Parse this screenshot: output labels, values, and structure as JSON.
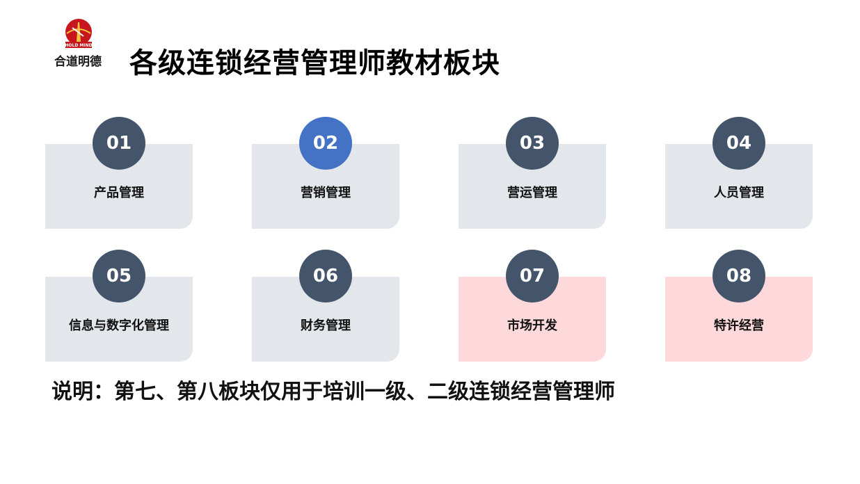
{
  "logo": {
    "emblem_text": "HOLD MIND",
    "brand_text": "合道明德"
  },
  "title": "各级连锁经营管理师教材板块",
  "cards": [
    {
      "number": "01",
      "label": "产品管理",
      "card_color": "#e3e6ea",
      "circle_color": "#44546a"
    },
    {
      "number": "02",
      "label": "营销管理",
      "card_color": "#e3e6ea",
      "circle_color": "#4472c4"
    },
    {
      "number": "03",
      "label": "营运管理",
      "card_color": "#e3e6ea",
      "circle_color": "#44546a"
    },
    {
      "number": "04",
      "label": "人员管理",
      "card_color": "#e3e6ea",
      "circle_color": "#44546a"
    },
    {
      "number": "05",
      "label": "信息与数字化管理",
      "card_color": "#e3e6ea",
      "circle_color": "#44546a"
    },
    {
      "number": "06",
      "label": "财务管理",
      "card_color": "#e3e6ea",
      "circle_color": "#44546a"
    },
    {
      "number": "07",
      "label": "市场开发",
      "card_color": "#fdd9db",
      "circle_color": "#44546a"
    },
    {
      "number": "08",
      "label": "特许经营",
      "card_color": "#fdd9db",
      "circle_color": "#44546a"
    }
  ],
  "note": "说明：第七、第八板块仅用于培训一级、二级连锁经营管理师"
}
